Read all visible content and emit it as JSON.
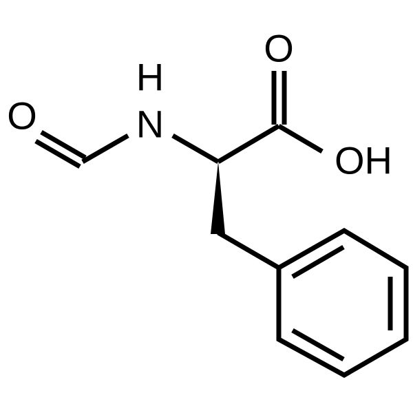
{
  "molecule": {
    "atoms": {
      "formyl_o": "O",
      "amide_n": "N",
      "amide_h": "H",
      "carbonyl_o": "O",
      "hydroxyl": "OH"
    }
  },
  "colors": {
    "bond": "#000000",
    "label": "#000000",
    "background": "#ffffff"
  }
}
